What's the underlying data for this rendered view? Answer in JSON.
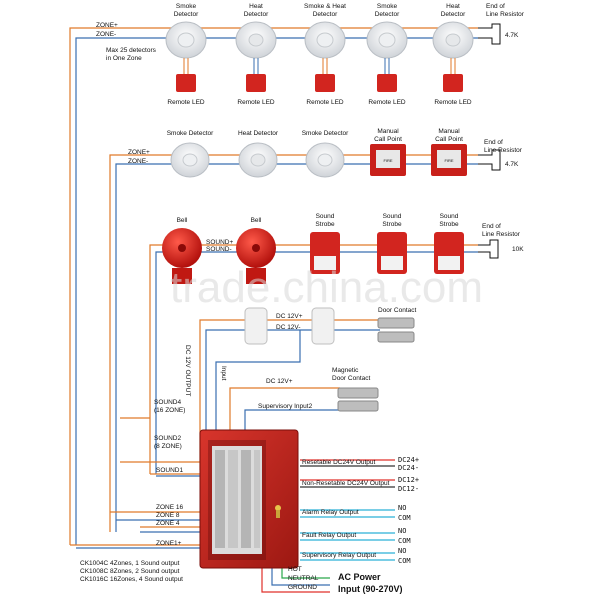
{
  "row1": {
    "zone_pos": "ZONE+",
    "zone_neg": "ZONE-",
    "note_line1": "Max 25 detectors",
    "note_line2": "in One Zone",
    "devices": [
      {
        "l1": "Smoke",
        "l2": "Detector"
      },
      {
        "l1": "Heat",
        "l2": "Detector"
      },
      {
        "l1": "Smoke & Heat",
        "l2": "Detector"
      },
      {
        "l1": "Smoke",
        "l2": "Detector"
      },
      {
        "l1": "Heat",
        "l2": "Detector"
      }
    ],
    "led_label": "Remote LED",
    "eol_l1": "End of",
    "eol_l2": "Line Resistor",
    "resistor": "4.7K"
  },
  "row2": {
    "zone_pos": "ZONE+",
    "zone_neg": "ZONE-",
    "devices": [
      "Smoke Detector",
      "Heat Detector",
      "Smoke Detector"
    ],
    "mcp1_l1": "Manual",
    "mcp1_l2": "Call Point",
    "mcp2_l1": "Manual",
    "mcp2_l2": "Call Point",
    "eol_l1": "End of",
    "eol_l2": "Line Resistor",
    "resistor": "4.7K"
  },
  "row3": {
    "bell1": "Bell",
    "bell2": "Bell",
    "sound_pos": "SOUND+",
    "sound_neg": "SOUND-",
    "strobe_l1": "Sound",
    "strobe_l2": "Strobe",
    "eol_l1": "End of",
    "eol_l2": "Line Resistor",
    "resistor": "10K"
  },
  "door": {
    "dc_pos": "DC 12V+",
    "dc_neg": "DC 12V-",
    "contact": "Door Contact",
    "dc_out": "DC 12V OUTPUT",
    "input": "Input",
    "mag_dc": "DC 12V+",
    "mag_l1": "Magnetic",
    "mag_l2": "Door Contact",
    "supervisory": "Supervisory Input2"
  },
  "panel_left": {
    "sound4_l1": "SOUND4",
    "sound4_l2": "(16 ZONE)",
    "sound2_l1": "SOUND2",
    "sound2_l2": "(8 ZONE)",
    "sound1": "SOUND1",
    "zone16": "ZONE 16",
    "zone8": "ZONE 8",
    "zone4": "ZONE 4",
    "zone1": "ZONE1+"
  },
  "models": [
    "CK1004C  4Zones, 1 Sound output",
    "CK1008C  8Zones, 2 Sound output",
    "CK1016C 16Zones, 4 Sound output"
  ],
  "outputs": [
    {
      "label": "Resetable DC24V Output",
      "a": "DC24+",
      "b": "DC24-"
    },
    {
      "label": "Non-Resetable DC24V Output",
      "a": "DC12+",
      "b": "DC12-"
    },
    {
      "label": "Alarm Relay Output",
      "a": "NO",
      "b": "COM"
    },
    {
      "label": "Fault Relay Output",
      "a": "NO",
      "b": "COM"
    },
    {
      "label": "Supervisory Relay Output",
      "a": "NO",
      "b": "COM"
    }
  ],
  "power": {
    "hot": "HOT",
    "neutral": "NEUTRAL",
    "ground": "GROUND",
    "title": "AC Power",
    "range": "Input (90-270V)"
  },
  "watermark": "trade.china.com"
}
